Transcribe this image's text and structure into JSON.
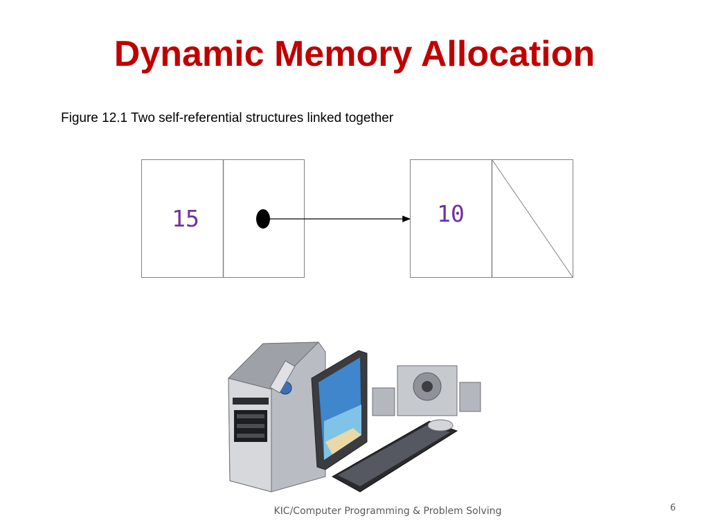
{
  "slide": {
    "title": "Dynamic Memory Allocation",
    "caption": "Figure 12.1 Two self-referential structures linked together",
    "footer": "KIC/Computer Programming & Problem Solving",
    "page_number": "6"
  },
  "diagram": {
    "nodes": [
      {
        "value": "15",
        "next": "pointer-to-node-2"
      },
      {
        "value": "10",
        "next": "NULL"
      }
    ],
    "value_color": "#7030a0"
  },
  "illustration": {
    "subject": "desktop-computer-icon"
  },
  "colors": {
    "title": "#c00000",
    "text": "#000000",
    "footer": "#595959"
  }
}
